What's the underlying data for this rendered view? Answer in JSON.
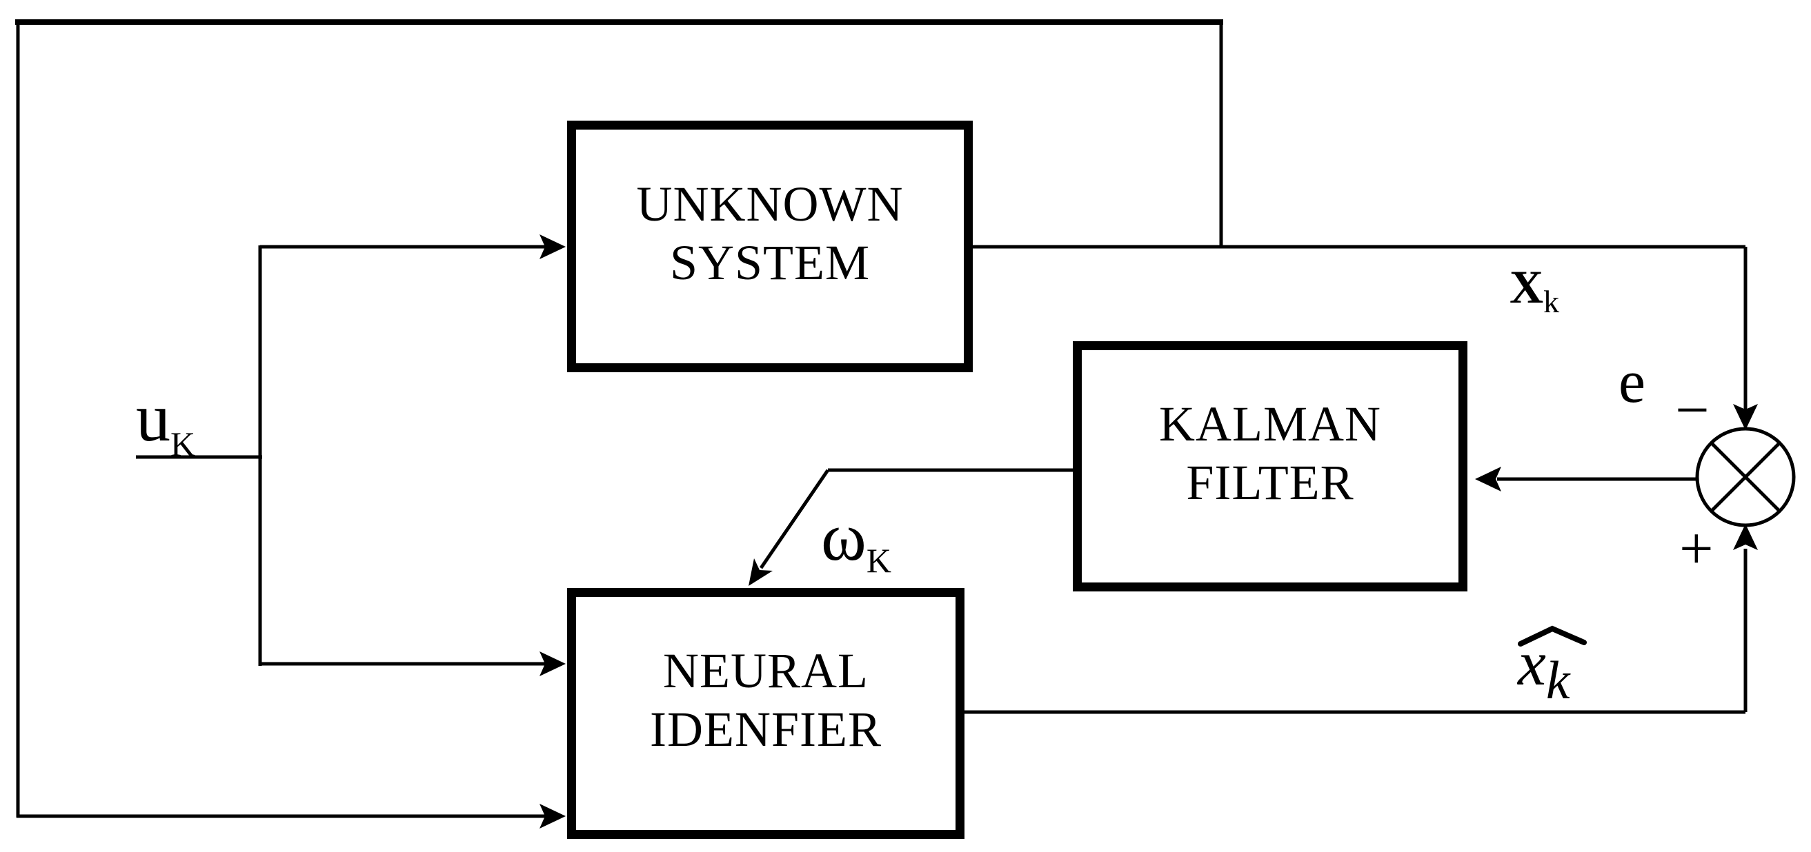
{
  "diagram": {
    "title": "neural-identifier-kalman-filter-block-diagram",
    "colors": {
      "ink": "#000000",
      "background": "#ffffff"
    },
    "boxes": {
      "unknown_system": {
        "line1": "UNKNOWN",
        "line2": "SYSTEM"
      },
      "kalman_filter": {
        "line1": "KALMAN",
        "line2": "FILTER"
      },
      "neural_identifier": {
        "line1": "NEURAL",
        "line2": "IDENFIER"
      }
    },
    "labels": {
      "input": {
        "main": "u",
        "sub": "K"
      },
      "state": {
        "main": "X",
        "sub": "k"
      },
      "error": "e",
      "minus_sign": "−",
      "plus_sign": "+",
      "weights": {
        "main": "ω",
        "sub": "K"
      },
      "estimate": {
        "main": "x",
        "sub": "k"
      }
    },
    "summing_junction": {
      "symbol": "circle-with-cross",
      "top_sign": "−",
      "bottom_sign": "+"
    }
  }
}
